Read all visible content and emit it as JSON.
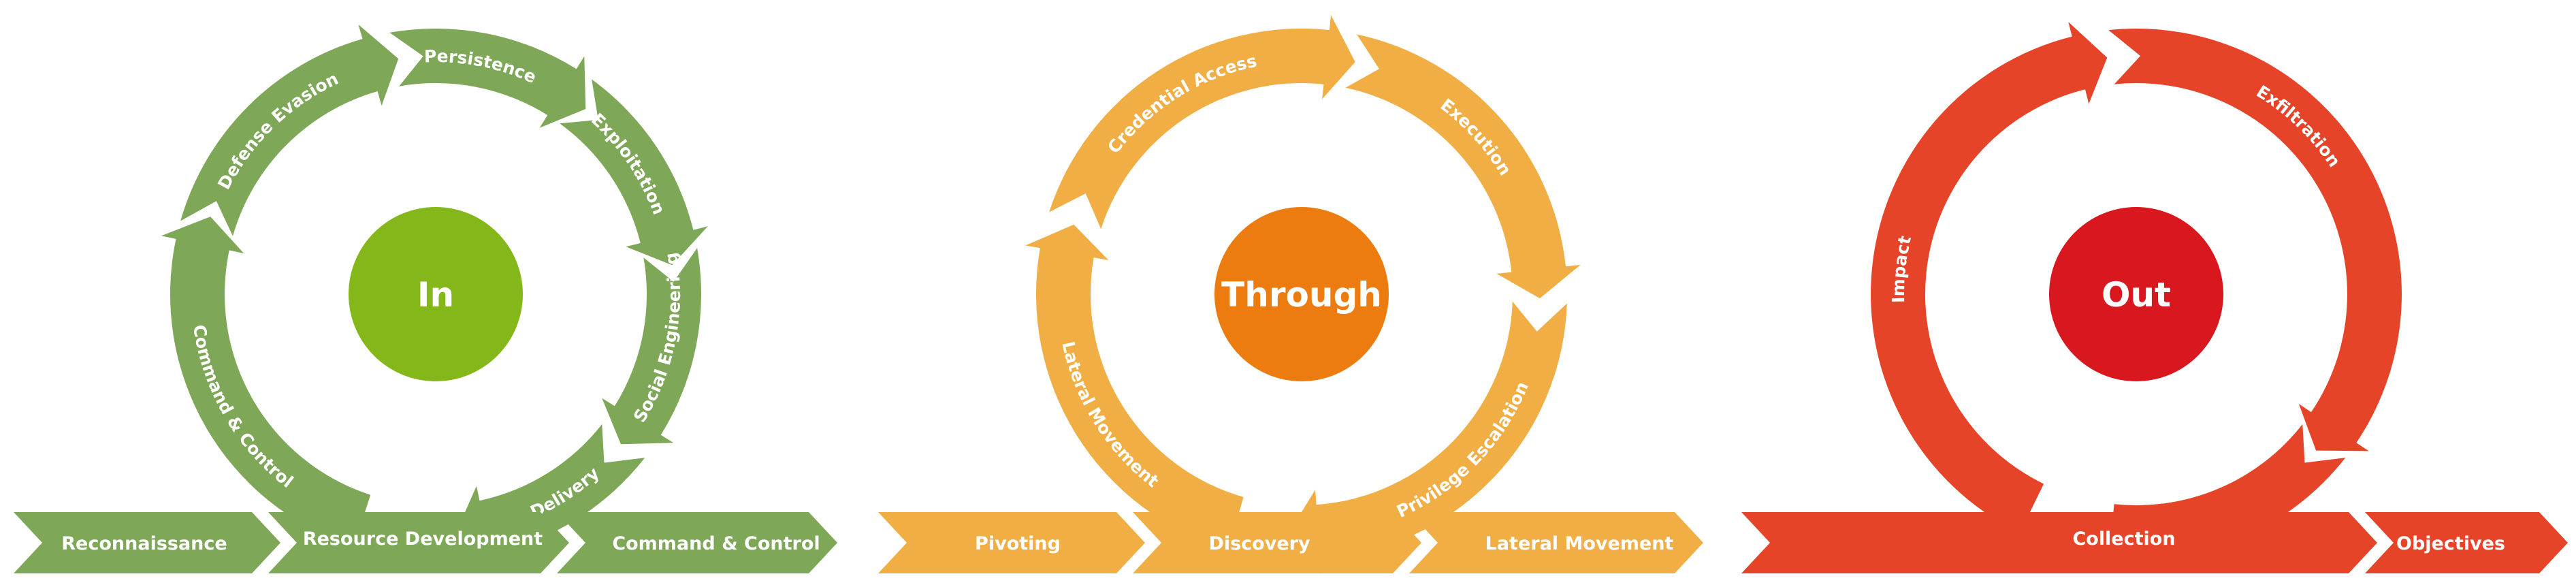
{
  "colors": {
    "in": "#7ea758",
    "in_center": "#84b719",
    "through": "#f1ae45",
    "through_center": "#ec7c0f",
    "out": "#e64429",
    "out_center": "#d8171e"
  },
  "cycles": [
    {
      "id": "in",
      "center_label": "In",
      "segments": [
        "Persistence",
        "Exploitation",
        "Social Engineering",
        "Delivery",
        "Command & Control",
        "Defense Evasion"
      ],
      "bar": [
        "Reconnaissance",
        "Resource Development",
        "Command & Control"
      ]
    },
    {
      "id": "through",
      "center_label": "Through",
      "segments": [
        "Credential Access",
        "Execution",
        "Privilege Escalation",
        "Lateral Movement"
      ],
      "bar": [
        "Pivoting",
        "Discovery",
        "Lateral Movement"
      ]
    },
    {
      "id": "out",
      "center_label": "Out",
      "segments": [
        "Exfiltration",
        "Impact"
      ],
      "bar": [
        "Collection",
        "Objectives"
      ]
    }
  ]
}
